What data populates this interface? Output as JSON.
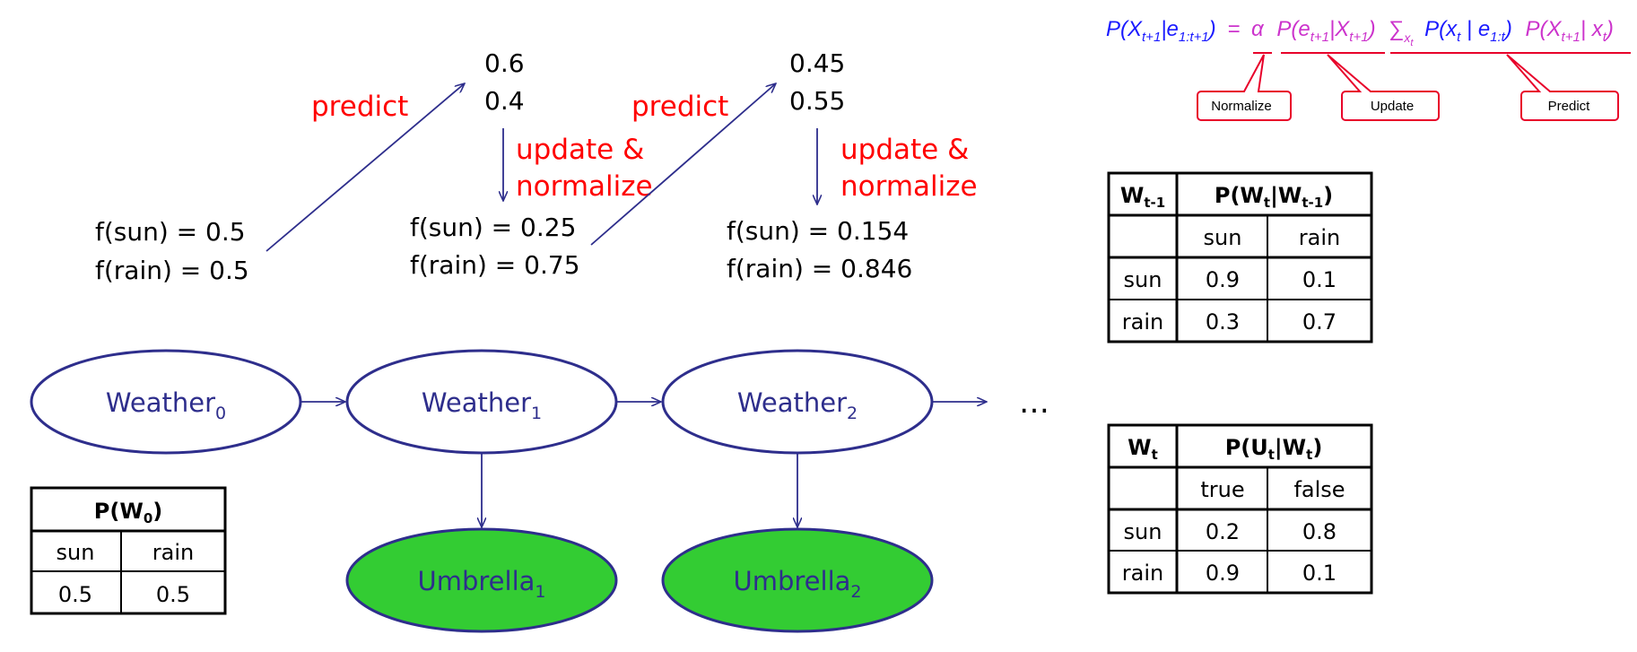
{
  "equation": {
    "lhs": "P(X",
    "lhs_sub": "t+1",
    "lhs_mid": "|e",
    "lhs_sub2": "1:t+1",
    "lhs_close": ")",
    "equals": "=",
    "alpha": "α",
    "update_a": "P(e",
    "update_sub": "t+1",
    "update_b": "|X",
    "update_sub2": "t+1",
    "update_c": ")",
    "sum": "∑",
    "sum_sub": "x",
    "sum_subsub": "t",
    "filter_a": "P(x",
    "filter_sub": "t",
    "filter_b": " | e",
    "filter_sub2": "1:t",
    "filter_c": ")",
    "trans_a": "P(X",
    "trans_sub": "t+1",
    "trans_b": "| x",
    "trans_sub2": "t",
    "trans_c": ")",
    "callouts": [
      "Normalize",
      "Update",
      "Predict"
    ],
    "colors": {
      "blue": "#1a1aff",
      "magenta": "#cc33cc",
      "red": "#e8002a"
    }
  },
  "filter_steps": {
    "step0": {
      "sun": "f(sun) = 0.5",
      "rain": "f(rain)  = 0.5"
    },
    "predict1": {
      "sun": "0.6",
      "rain": "0.4"
    },
    "step1": {
      "sun": "f(sun) = 0.25",
      "rain": "f(rain) = 0.75"
    },
    "predict2": {
      "sun": "0.45",
      "rain": "0.55"
    },
    "step2": {
      "sun": "f(sun) = 0.154",
      "rain": "f(rain) = 0.846"
    },
    "predict_label": "predict",
    "update_label_1": "update &",
    "update_label_2": "normalize"
  },
  "nodes": {
    "weather_base": "Weather",
    "umbrella_base": "Umbrella",
    "weather_subs": [
      "0",
      "1",
      "2"
    ],
    "umbrella_subs": [
      "1",
      "2"
    ],
    "ellipsis": "…",
    "colors": {
      "outline": "#2e2e8c",
      "evidence_fill": "#33cc33"
    }
  },
  "prior_table": {
    "header": "P(W",
    "header_sub": "0",
    "header_close": ")",
    "cols": [
      "sun",
      "rain"
    ],
    "values": [
      "0.5",
      "0.5"
    ]
  },
  "transition_table": {
    "head_left": "W",
    "head_left_sub": "t-1",
    "head_right": "P(W",
    "head_right_sub": "t",
    "head_right_mid": "|W",
    "head_right_sub2": "t-1",
    "head_right_close": ")",
    "cols": [
      "sun",
      "rain"
    ],
    "rows": [
      {
        "label": "sun",
        "values": [
          "0.9",
          "0.1"
        ]
      },
      {
        "label": "rain",
        "values": [
          "0.3",
          "0.7"
        ]
      }
    ]
  },
  "sensor_table": {
    "head_left": "W",
    "head_left_sub": "t",
    "head_right": "P(U",
    "head_right_sub": "t",
    "head_right_mid": "|W",
    "head_right_sub2": "t",
    "head_right_close": ")",
    "cols": [
      "true",
      "false"
    ],
    "rows": [
      {
        "label": "sun",
        "values": [
          "0.2",
          "0.8"
        ]
      },
      {
        "label": "rain",
        "values": [
          "0.9",
          "0.1"
        ]
      }
    ]
  }
}
